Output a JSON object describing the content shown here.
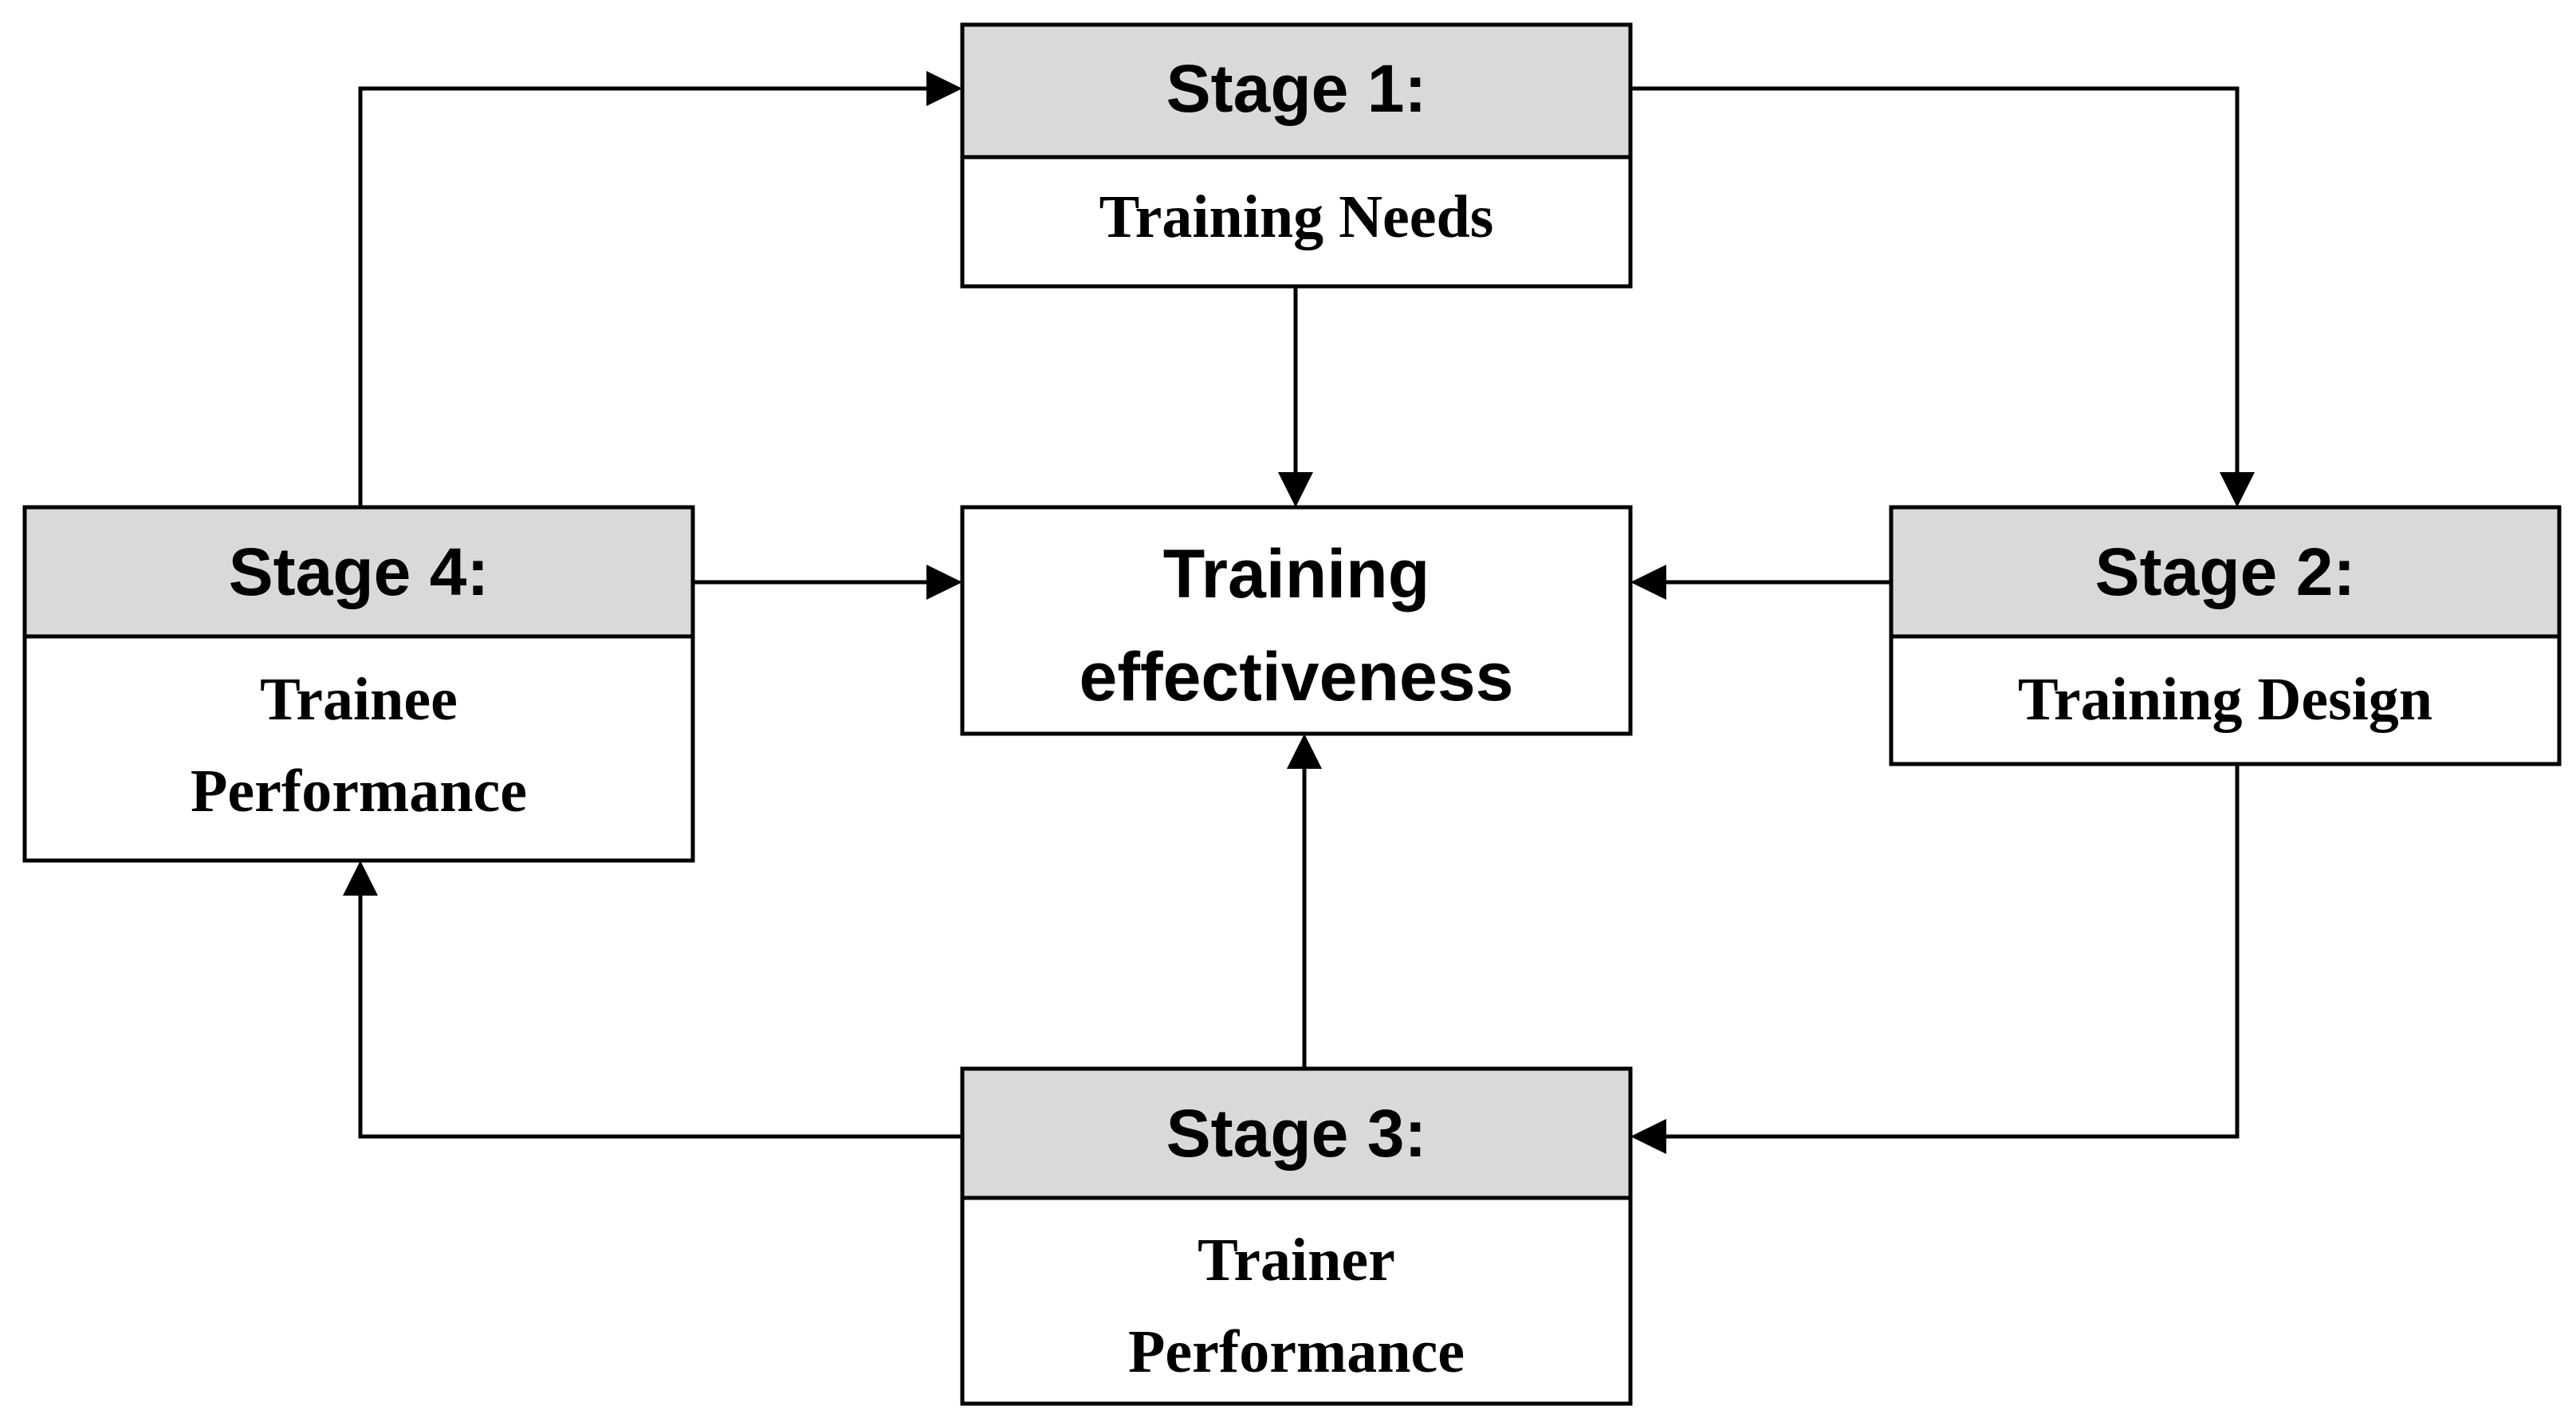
{
  "diagram": {
    "center": {
      "line1": "Training",
      "line2": "effectiveness"
    },
    "stage1": {
      "title": "Stage 1:",
      "name": "Training Needs"
    },
    "stage2": {
      "title": "Stage 2:",
      "name": "Training Design"
    },
    "stage3": {
      "title": "Stage 3:",
      "name_line1": "Trainer",
      "name_line2": "Performance"
    },
    "stage4": {
      "title": "Stage 4:",
      "name_line1": "Trainee",
      "name_line2": "Performance"
    },
    "colors": {
      "header_fill": "#d9d9d9",
      "stroke": "#000000"
    }
  }
}
